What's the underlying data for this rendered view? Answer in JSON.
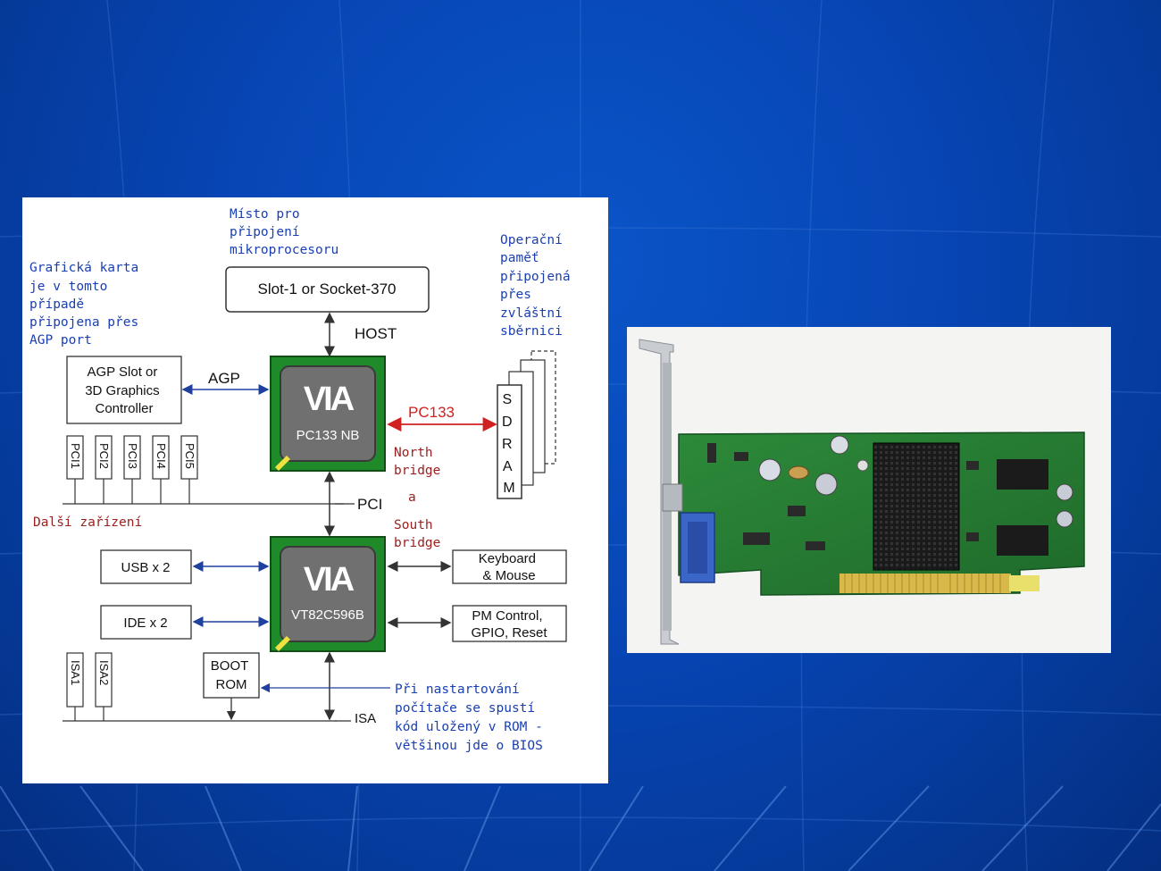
{
  "diagram": {
    "cpu_note": [
      "Místo pro",
      "připojení",
      "mikroprocesoru"
    ],
    "gpu_note": [
      "Grafická karta",
      "je v tomto",
      "případě",
      "připojena přes",
      "AGP port"
    ],
    "ram_note": [
      "Operační",
      "paměť",
      "připojená",
      "přes",
      "zvláštní",
      "sběrnici"
    ],
    "cpu_slot_label": "Slot-1 or Socket-370",
    "host_label": "HOST",
    "agp_box_label": [
      "AGP Slot or",
      "3D Graphics",
      "Controller"
    ],
    "agp_label": "AGP",
    "northbridge_logo": "VIA",
    "northbridge_label": "PC133 NB",
    "pc133_label": "PC133",
    "sdram_letters": [
      "S",
      "D",
      "R",
      "A",
      "M"
    ],
    "bridge_note_north": [
      "North",
      "bridge"
    ],
    "bridge_note_a": "a",
    "bridge_note_south": [
      "South",
      "bridge"
    ],
    "pci_slots": [
      "PCI1",
      "PCI2",
      "PCI3",
      "PCI4",
      "PCI5"
    ],
    "pci_label": "PCI",
    "other_devices_note": "Další zařízení",
    "southbridge_logo": "VIA",
    "southbridge_label": "VT82C596B",
    "usb_label": "USB x 2",
    "ide_label": "IDE x 2",
    "keyboard_label": [
      "Keyboard",
      "& Mouse"
    ],
    "pm_label": [
      "PM Control,",
      "GPIO, Reset"
    ],
    "isa_slots": [
      "ISA1",
      "ISA2"
    ],
    "boot_rom_label": [
      "BOOT",
      "ROM"
    ],
    "isa_label": "ISA",
    "boot_note": [
      "Při nastartování",
      "počítače se spustí",
      "kód uložený v ROM -",
      "většinou jde o BIOS"
    ]
  },
  "colors": {
    "note_blue": "#1a3fb0",
    "note_red": "#9a2020",
    "chip_green": "#1f8a2a",
    "pc133_red": "#d02020"
  }
}
